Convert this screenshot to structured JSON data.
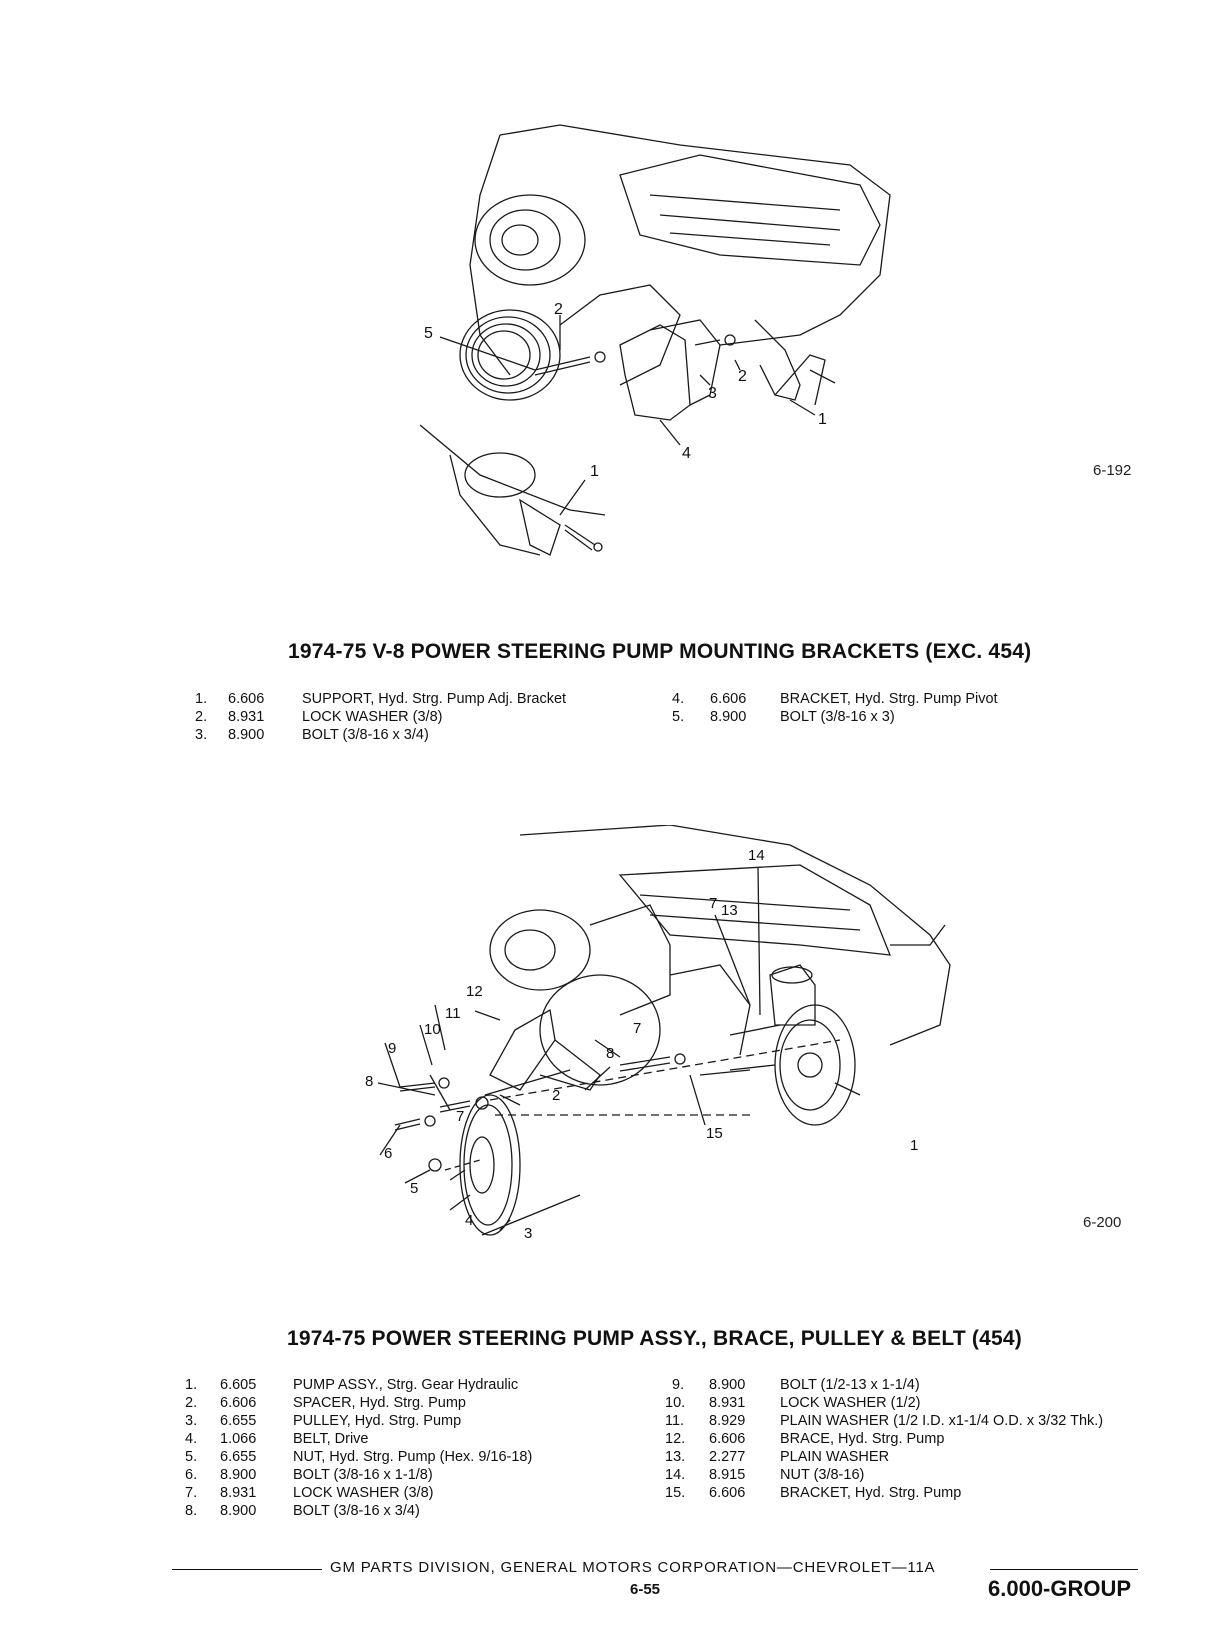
{
  "figure1": {
    "fig_code": "6-192",
    "callouts": [
      "5",
      "2",
      "3",
      "2",
      "1",
      "4",
      "1"
    ],
    "title": "1974-75 V-8 POWER STEERING PUMP MOUNTING BRACKETS (EXC. 454)",
    "parts_left": [
      {
        "num": "1.",
        "code": "6.606",
        "desc": "SUPPORT, Hyd. Strg. Pump Adj. Bracket"
      },
      {
        "num": "2.",
        "code": "8.931",
        "desc": "LOCK WASHER (3/8)"
      },
      {
        "num": "3.",
        "code": "8.900",
        "desc": "BOLT (3/8-16 x 3/4)"
      }
    ],
    "parts_right": [
      {
        "num": "4.",
        "code": "6.606",
        "desc": "BRACKET, Hyd. Strg. Pump Pivot"
      },
      {
        "num": "5.",
        "code": "8.900",
        "desc": "BOLT (3/8-16 x 3)"
      }
    ]
  },
  "figure2": {
    "fig_code": "6-200",
    "callouts": [
      "14",
      "7",
      "13",
      "12",
      "11",
      "10",
      "9",
      "8",
      "7",
      "8",
      "2",
      "7",
      "6",
      "5",
      "4",
      "3",
      "15",
      "1"
    ],
    "title": "1974-75 POWER STEERING PUMP ASSY., BRACE, PULLEY & BELT (454)",
    "parts_left": [
      {
        "num": "1.",
        "code": "6.605",
        "desc": "PUMP ASSY., Strg. Gear Hydraulic"
      },
      {
        "num": "2.",
        "code": "6.606",
        "desc": "SPACER, Hyd. Strg. Pump"
      },
      {
        "num": "3.",
        "code": "6.655",
        "desc": "PULLEY, Hyd. Strg. Pump"
      },
      {
        "num": "4.",
        "code": "1.066",
        "desc": "BELT, Drive"
      },
      {
        "num": "5.",
        "code": "6.655",
        "desc": "NUT, Hyd. Strg. Pump (Hex. 9/16-18)"
      },
      {
        "num": "6.",
        "code": "8.900",
        "desc": "BOLT (3/8-16 x 1-1/8)"
      },
      {
        "num": "7.",
        "code": "8.931",
        "desc": "LOCK WASHER (3/8)"
      },
      {
        "num": "8.",
        "code": "8.900",
        "desc": "BOLT (3/8-16 x 3/4)"
      }
    ],
    "parts_right": [
      {
        "num": "9.",
        "code": "8.900",
        "desc": "BOLT (1/2-13 x 1-1/4)"
      },
      {
        "num": "10.",
        "code": "8.931",
        "desc": "LOCK WASHER (1/2)"
      },
      {
        "num": "11.",
        "code": "8.929",
        "desc": "PLAIN WASHER (1/2 I.D. x1-1/4 O.D. x 3/32 Thk.)"
      },
      {
        "num": "12.",
        "code": "6.606",
        "desc": "BRACE, Hyd. Strg. Pump"
      },
      {
        "num": "13.",
        "code": "2.277",
        "desc": "PLAIN WASHER"
      },
      {
        "num": "14.",
        "code": "8.915",
        "desc": "NUT (3/8-16)"
      },
      {
        "num": "15.",
        "code": "6.606",
        "desc": "BRACKET, Hyd. Strg. Pump"
      }
    ]
  },
  "footer": {
    "publisher": "GM PARTS DIVISION, GENERAL MOTORS CORPORATION—CHEVROLET—11A",
    "page_number": "6-55",
    "group": "6.000-GROUP"
  }
}
